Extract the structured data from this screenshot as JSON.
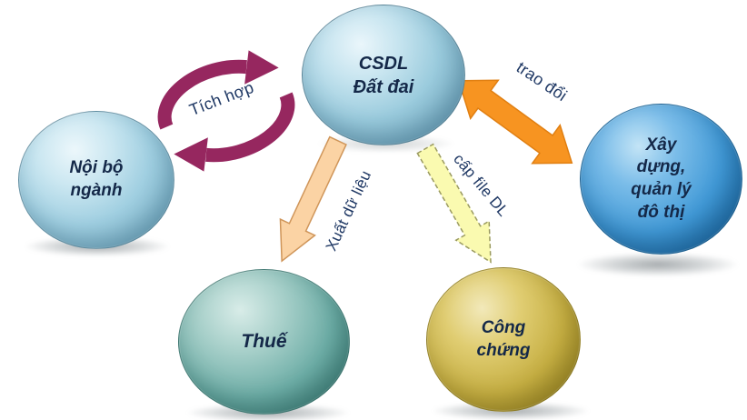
{
  "diagram": {
    "background_color": "#ffffff",
    "nodes": {
      "csdl_dat_dai": {
        "lines": [
          "CSDL",
          "Đất đai"
        ],
        "color": "#8fc3d8"
      },
      "noi_bo_nganh": {
        "lines": [
          "Nội bộ",
          "ngành"
        ],
        "color": "#9bcde0"
      },
      "xay_dung_quan_ly_do_thi": {
        "lines": [
          "Xây",
          "dựng,",
          "quản lý",
          "đô thị"
        ],
        "color": "#2f8ccc"
      },
      "thue": {
        "lines": [
          "Thuế"
        ],
        "color": "#58a09a"
      },
      "cong_chung": {
        "lines": [
          "Công",
          "chứng"
        ],
        "color": "#c3ac41"
      }
    },
    "edges": {
      "tich_hop": {
        "label": "Tích hợp",
        "type": "cycle-double-arrow",
        "from": "noi_bo_nganh",
        "to": "csdl_dat_dai",
        "color": "#96275f"
      },
      "trao_doi": {
        "label": "trao đổi",
        "type": "double-headed-arrow",
        "from": "csdl_dat_dai",
        "to": "xay_dung_quan_ly_do_thi",
        "color": "#f79421",
        "stroke": "#e07f12"
      },
      "xuat_du_lieu": {
        "label": "Xuất dữ liệu",
        "type": "solid-arrow",
        "from": "csdl_dat_dai",
        "to": "thue",
        "color": "#fbd3a4",
        "stroke": "#cf9559"
      },
      "cap_file_dl": {
        "label": "cấp file DL",
        "type": "dashed-arrow",
        "from": "csdl_dat_dai",
        "to": "cong_chung",
        "color": "#fafab0",
        "stroke": "#9a9a60"
      }
    },
    "text_colors": {
      "node_label": "#142848",
      "edge_label": "#1f3864"
    }
  }
}
